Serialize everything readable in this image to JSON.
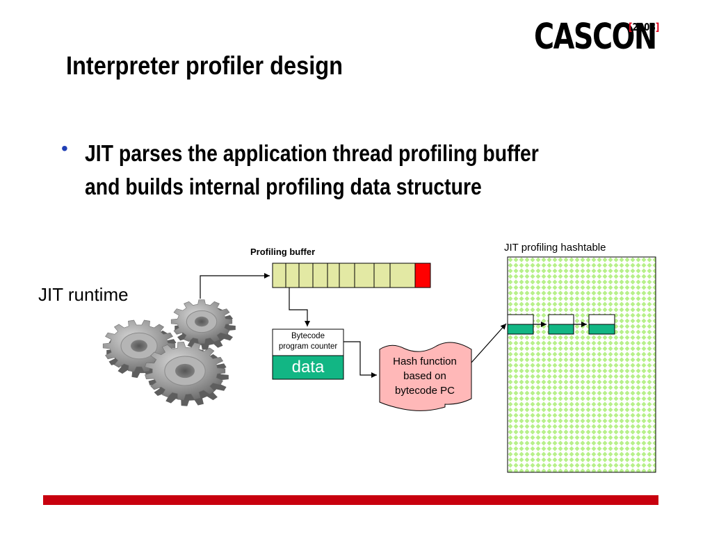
{
  "header": {
    "logo_word": "CASCON",
    "logo_year": "2008",
    "title": "Interpreter profiler design"
  },
  "bullets": [
    {
      "lines": [
        "JIT parses the application thread profiling buffer",
        "and builds internal profiling data structure"
      ]
    }
  ],
  "diagram": {
    "runtime_label": "JIT runtime",
    "buffer_label": "Profiling buffer",
    "hashtable_label": "JIT profiling hashtable",
    "record_label_lines": [
      "Bytecode",
      "program counter"
    ],
    "record_data_label": "data",
    "hash_function_lines": [
      "Hash function",
      "based on",
      "bytecode PC"
    ]
  },
  "colors": {
    "buffer_cell": "#e3e9a4",
    "buffer_last": "#ff0000",
    "record_data": "#12b684",
    "hash_box": "#ffb8b8",
    "hashtable_fill": "#b7f08a",
    "rule": "#c8000e",
    "bullet": "#1f3fb5"
  }
}
